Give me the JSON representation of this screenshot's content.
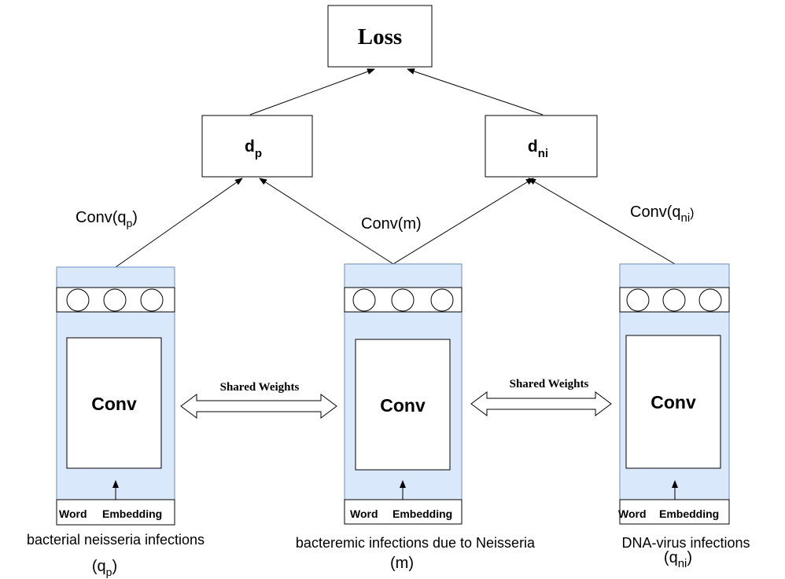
{
  "loss": {
    "label": "Loss"
  },
  "dp": {
    "main": "d",
    "sub": "p"
  },
  "dni": {
    "main": "d",
    "sub": "ni"
  },
  "conv_qp": {
    "pre": "Conv(q",
    "sub": "p",
    "post": ")"
  },
  "conv_m": {
    "text": "Conv(m)"
  },
  "conv_qni": {
    "pre": "Conv(q",
    "sub": "ni",
    "post": ")"
  },
  "columns": [
    {
      "conv_label": "Conv",
      "embedding_word": "Word",
      "embedding_label": "Embedding",
      "caption": "bacterial neisseria infections",
      "symbol_pre": "(q",
      "symbol_sub": "p",
      "symbol_post": ")"
    },
    {
      "conv_label": "Conv",
      "embedding_word": "Word",
      "embedding_label": "Embedding",
      "caption": "bacteremic infections due to Neisseria",
      "symbol": "(m)"
    },
    {
      "conv_label": "Conv",
      "embedding_word": "Word",
      "embedding_label": "Embedding",
      "caption": "DNA-virus infections",
      "symbol_pre": "(q",
      "symbol_sub": "ni",
      "symbol_post": ")"
    }
  ],
  "shared_weights": [
    "Shared Weights",
    "Shared Weights"
  ],
  "colors": {
    "column_fill": "#dae8fc",
    "column_border": "#6c8ebf",
    "stroke": "#000000"
  }
}
